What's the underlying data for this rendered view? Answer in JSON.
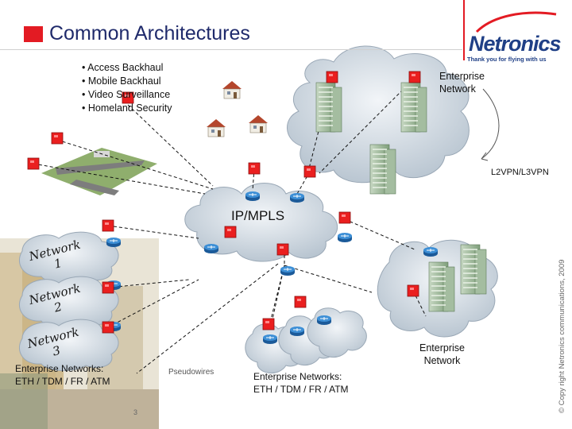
{
  "header": {
    "title": "Common Architectures",
    "accent_color": "#e31b23",
    "title_color": "#1f2a6b"
  },
  "logo": {
    "name": "Netronics",
    "tagline": "Thank you for flying with us"
  },
  "bullets": [
    "Access Backhaul",
    "Mobile Backhaul",
    "Video Surveillance",
    "Homeland Security"
  ],
  "labels": {
    "enterprise_top_line1": "Enterprise",
    "enterprise_top_line2": "Network",
    "l2vpn": "L2VPN/L3VPN",
    "ipmpls": "IP/MPLS",
    "enterprise_right_line1": "Enterprise",
    "enterprise_right_line2": "Network",
    "enterprise_left_line1": "Enterprise Networks:",
    "enterprise_left_line2": "ETH / TDM / FR / ATM",
    "enterprise_center_line1": "Enterprise Networks:",
    "enterprise_center_line2": "ETH / TDM / FR / ATM",
    "pseudowires": "Pseudowires",
    "page_number": "3"
  },
  "networks": [
    {
      "word": "Network",
      "number": "1"
    },
    {
      "word": "Network",
      "number": "2"
    },
    {
      "word": "Network",
      "number": "3"
    }
  ],
  "copyright": "© Copy right Netronics communications, 2009",
  "colors": {
    "radio_unit": "#ea1f1f",
    "cloud_fill": "#c9d4de",
    "router": "#2a78c4",
    "link_dashed": "#111111",
    "building": "#8fae8a"
  },
  "icons": [
    "radio-unit-icon",
    "house-icon",
    "building-icon",
    "router-icon",
    "cloud-icon",
    "airport-icon"
  ]
}
